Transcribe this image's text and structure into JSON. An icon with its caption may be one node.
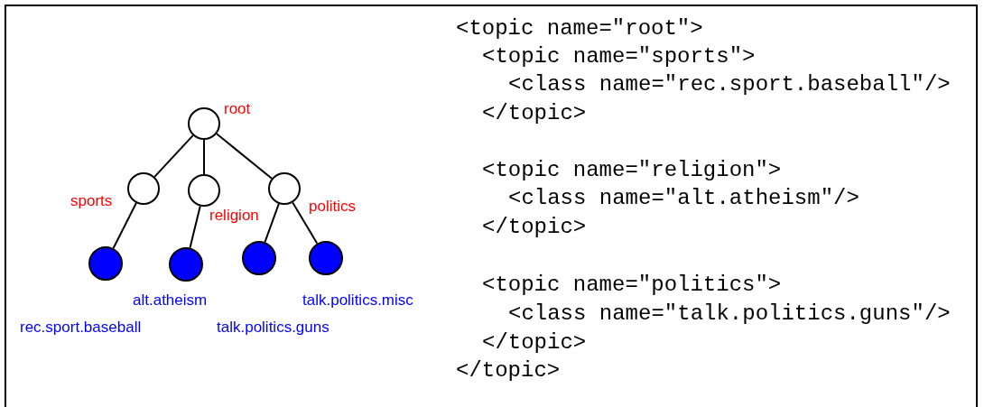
{
  "diagram": {
    "nodes": [
      {
        "text": [],
        "shape": "circle",
        "beside": [
          "root"
        ]
      },
      {
        "text": [],
        "shape": "circle",
        "beside": [
          "sports"
        ]
      },
      {
        "text": [],
        "shape": "circle",
        "beside": [
          "religion"
        ]
      },
      {
        "text": [],
        "shape": "circle",
        "beside": [
          "politics"
        ]
      },
      {
        "text": [],
        "shape": "circle",
        "beside": [
          "rec.sport.baseball"
        ]
      },
      {
        "text": [],
        "shape": "circle",
        "beside": [
          "alt.atheism"
        ]
      },
      {
        "text": [],
        "shape": "circle",
        "beside": [
          "talk.politics.guns"
        ]
      },
      {
        "text": [],
        "shape": "circle",
        "beside": [
          "talk.politics.misc"
        ]
      }
    ],
    "edges": [
      {
        "from": 0,
        "to": 1,
        "arrow": "none"
      },
      {
        "from": 0,
        "to": 2,
        "arrow": "none"
      },
      {
        "from": 0,
        "to": 3,
        "arrow": "none"
      },
      {
        "from": 1,
        "to": 4,
        "arrow": "none"
      },
      {
        "from": 2,
        "to": 5,
        "arrow": "none"
      },
      {
        "from": 3,
        "to": 6,
        "arrow": "none"
      },
      {
        "from": 3,
        "to": 7,
        "arrow": "none"
      }
    ],
    "labels": [
      "<topic name=\"root\">",
      "<topic name=\"sports\">",
      "<class name=\"rec.sport.baseball\"/>",
      "</topic>",
      "<topic name=\"religion\">",
      "<class name=\"alt.atheism\"/>",
      "</topic>",
      "<topic name=\"politics\">",
      "<class name=\"talk.politics.guns\"/>",
      "</topic>",
      "</topic>"
    ]
  }
}
